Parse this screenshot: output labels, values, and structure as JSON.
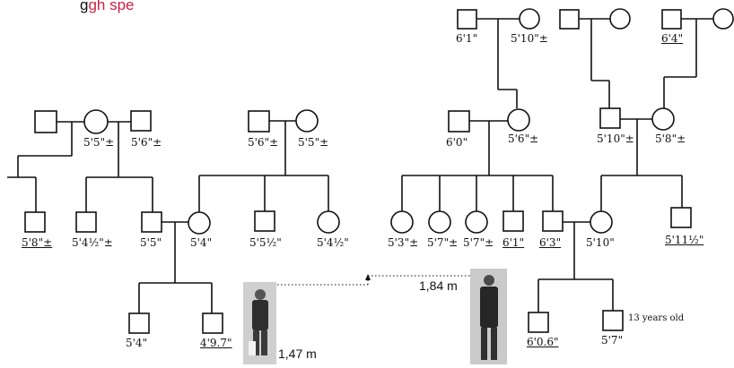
{
  "title": {
    "prefix": "g",
    "highlight": "gh spe"
  },
  "labels": {
    "g1_m_left": "6'1\"",
    "g1_f_mid": "5'10\"±",
    "g1_m_right": "6'4\"",
    "g2_f_left": "5'5\"±",
    "g2_m_left": "5'6\"±",
    "g2_m_mid": "5'6\"±",
    "g2_f_mid": "5'5\"±",
    "g2_m_right1": "6'0\"",
    "g2_f_right1": "5'6\"±",
    "g2_m_right2": "5'10\"±",
    "g2_f_right2": "5'8\"±",
    "g3_a": "5'8\"±",
    "g3_b": "5'4½\"±",
    "g3_father": "5'5\"",
    "g3_mother": "5'4\"",
    "g3_c": "5'5½\"",
    "g3_d": "5'4½\"",
    "g3_e": "5'3\"±",
    "g3_f": "5'7\"±",
    "g3_g": "5'7\"±",
    "g3_h": "6'1\"",
    "g3_father2": "6'3\"",
    "g3_mother2": "5'10\"",
    "g3_i": "5'11½\"",
    "g4_a": "5'4\"",
    "g4_b": "4'9.7\"",
    "g4_c": "6'0.6\"",
    "g4_d": "5'7\"",
    "age_note": "13 years old"
  },
  "measurements": {
    "left": "1,47 m",
    "right": "1,84 m"
  }
}
